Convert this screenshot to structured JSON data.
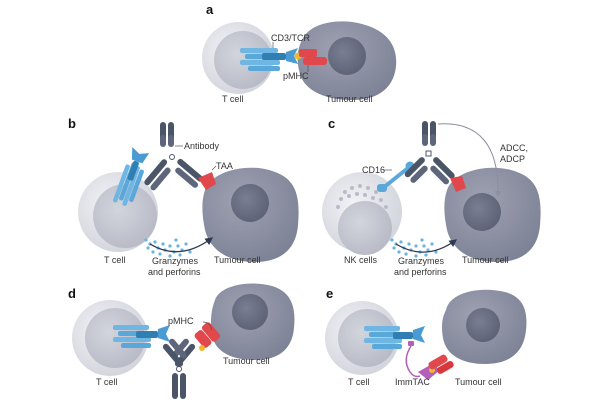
{
  "colors": {
    "tcell_outer": "#e4e5ea",
    "tcell_inner": "#c8cad3",
    "tumour_body": "#8e92a3",
    "tumour_nucleus": "#6c7084",
    "tcr_blue": "#5aa8d9",
    "tcr_dark": "#2f7fb3",
    "pmhc_red": "#e0484c",
    "peptide_yellow": "#f1b630",
    "antibody": "#4b5568",
    "immtac_purple": "#b45fb8",
    "granzyme": "#6bb4e0",
    "arrow": "#2d3a55"
  },
  "panels": {
    "a": {
      "letter": "a",
      "labels": {
        "receptor": "CD3/TCR",
        "ligand": "pMHC",
        "left_cell": "T cell",
        "right_cell": "Tumour cell"
      }
    },
    "b": {
      "letter": "b",
      "labels": {
        "antibody": "Antibody",
        "antigen": "TAA",
        "left_cell": "T cell",
        "effector": "Granzymes\nand perforins",
        "effector_line1": "Granzymes",
        "effector_line2": "and perforins",
        "right_cell": "Tumour cell"
      }
    },
    "c": {
      "letter": "c",
      "labels": {
        "receptor": "CD16",
        "mechanism_line1": "ADCC,",
        "mechanism_line2": "ADCP",
        "left_cell": "NK cells",
        "effector_line1": "Granzymes",
        "effector_line2": "and perforins",
        "right_cell": "Tumour cell"
      }
    },
    "d": {
      "letter": "d",
      "labels": {
        "ligand": "pMHC",
        "left_cell": "T cell",
        "right_cell": "Tumour cell"
      }
    },
    "e": {
      "letter": "e",
      "labels": {
        "molecule": "ImmTAC",
        "left_cell": "T cell",
        "right_cell": "Tumour cell"
      }
    }
  }
}
